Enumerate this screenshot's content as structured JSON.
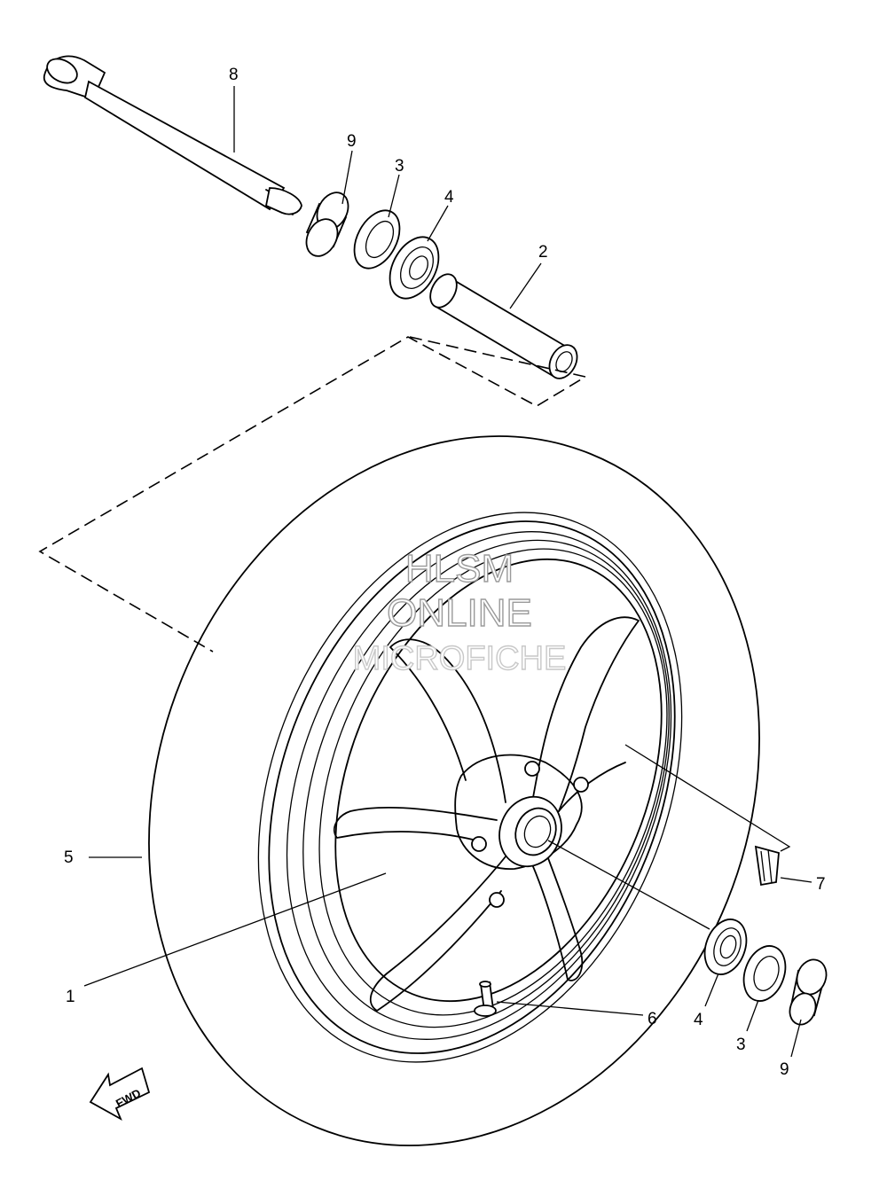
{
  "callouts": {
    "axle": "8",
    "collar_top": "9",
    "seal_top": "3",
    "bearing_top": "4",
    "spacer": "2",
    "tire": "5",
    "wheel": "1",
    "valve": "6",
    "balance_weight": "7",
    "bearing_bottom": "4",
    "seal_bottom": "3",
    "collar_bottom": "9"
  },
  "watermark": {
    "line1": "HLSM",
    "line2": "ONLINE",
    "line3": "MICROFICHE"
  },
  "direction_label": "FWD"
}
